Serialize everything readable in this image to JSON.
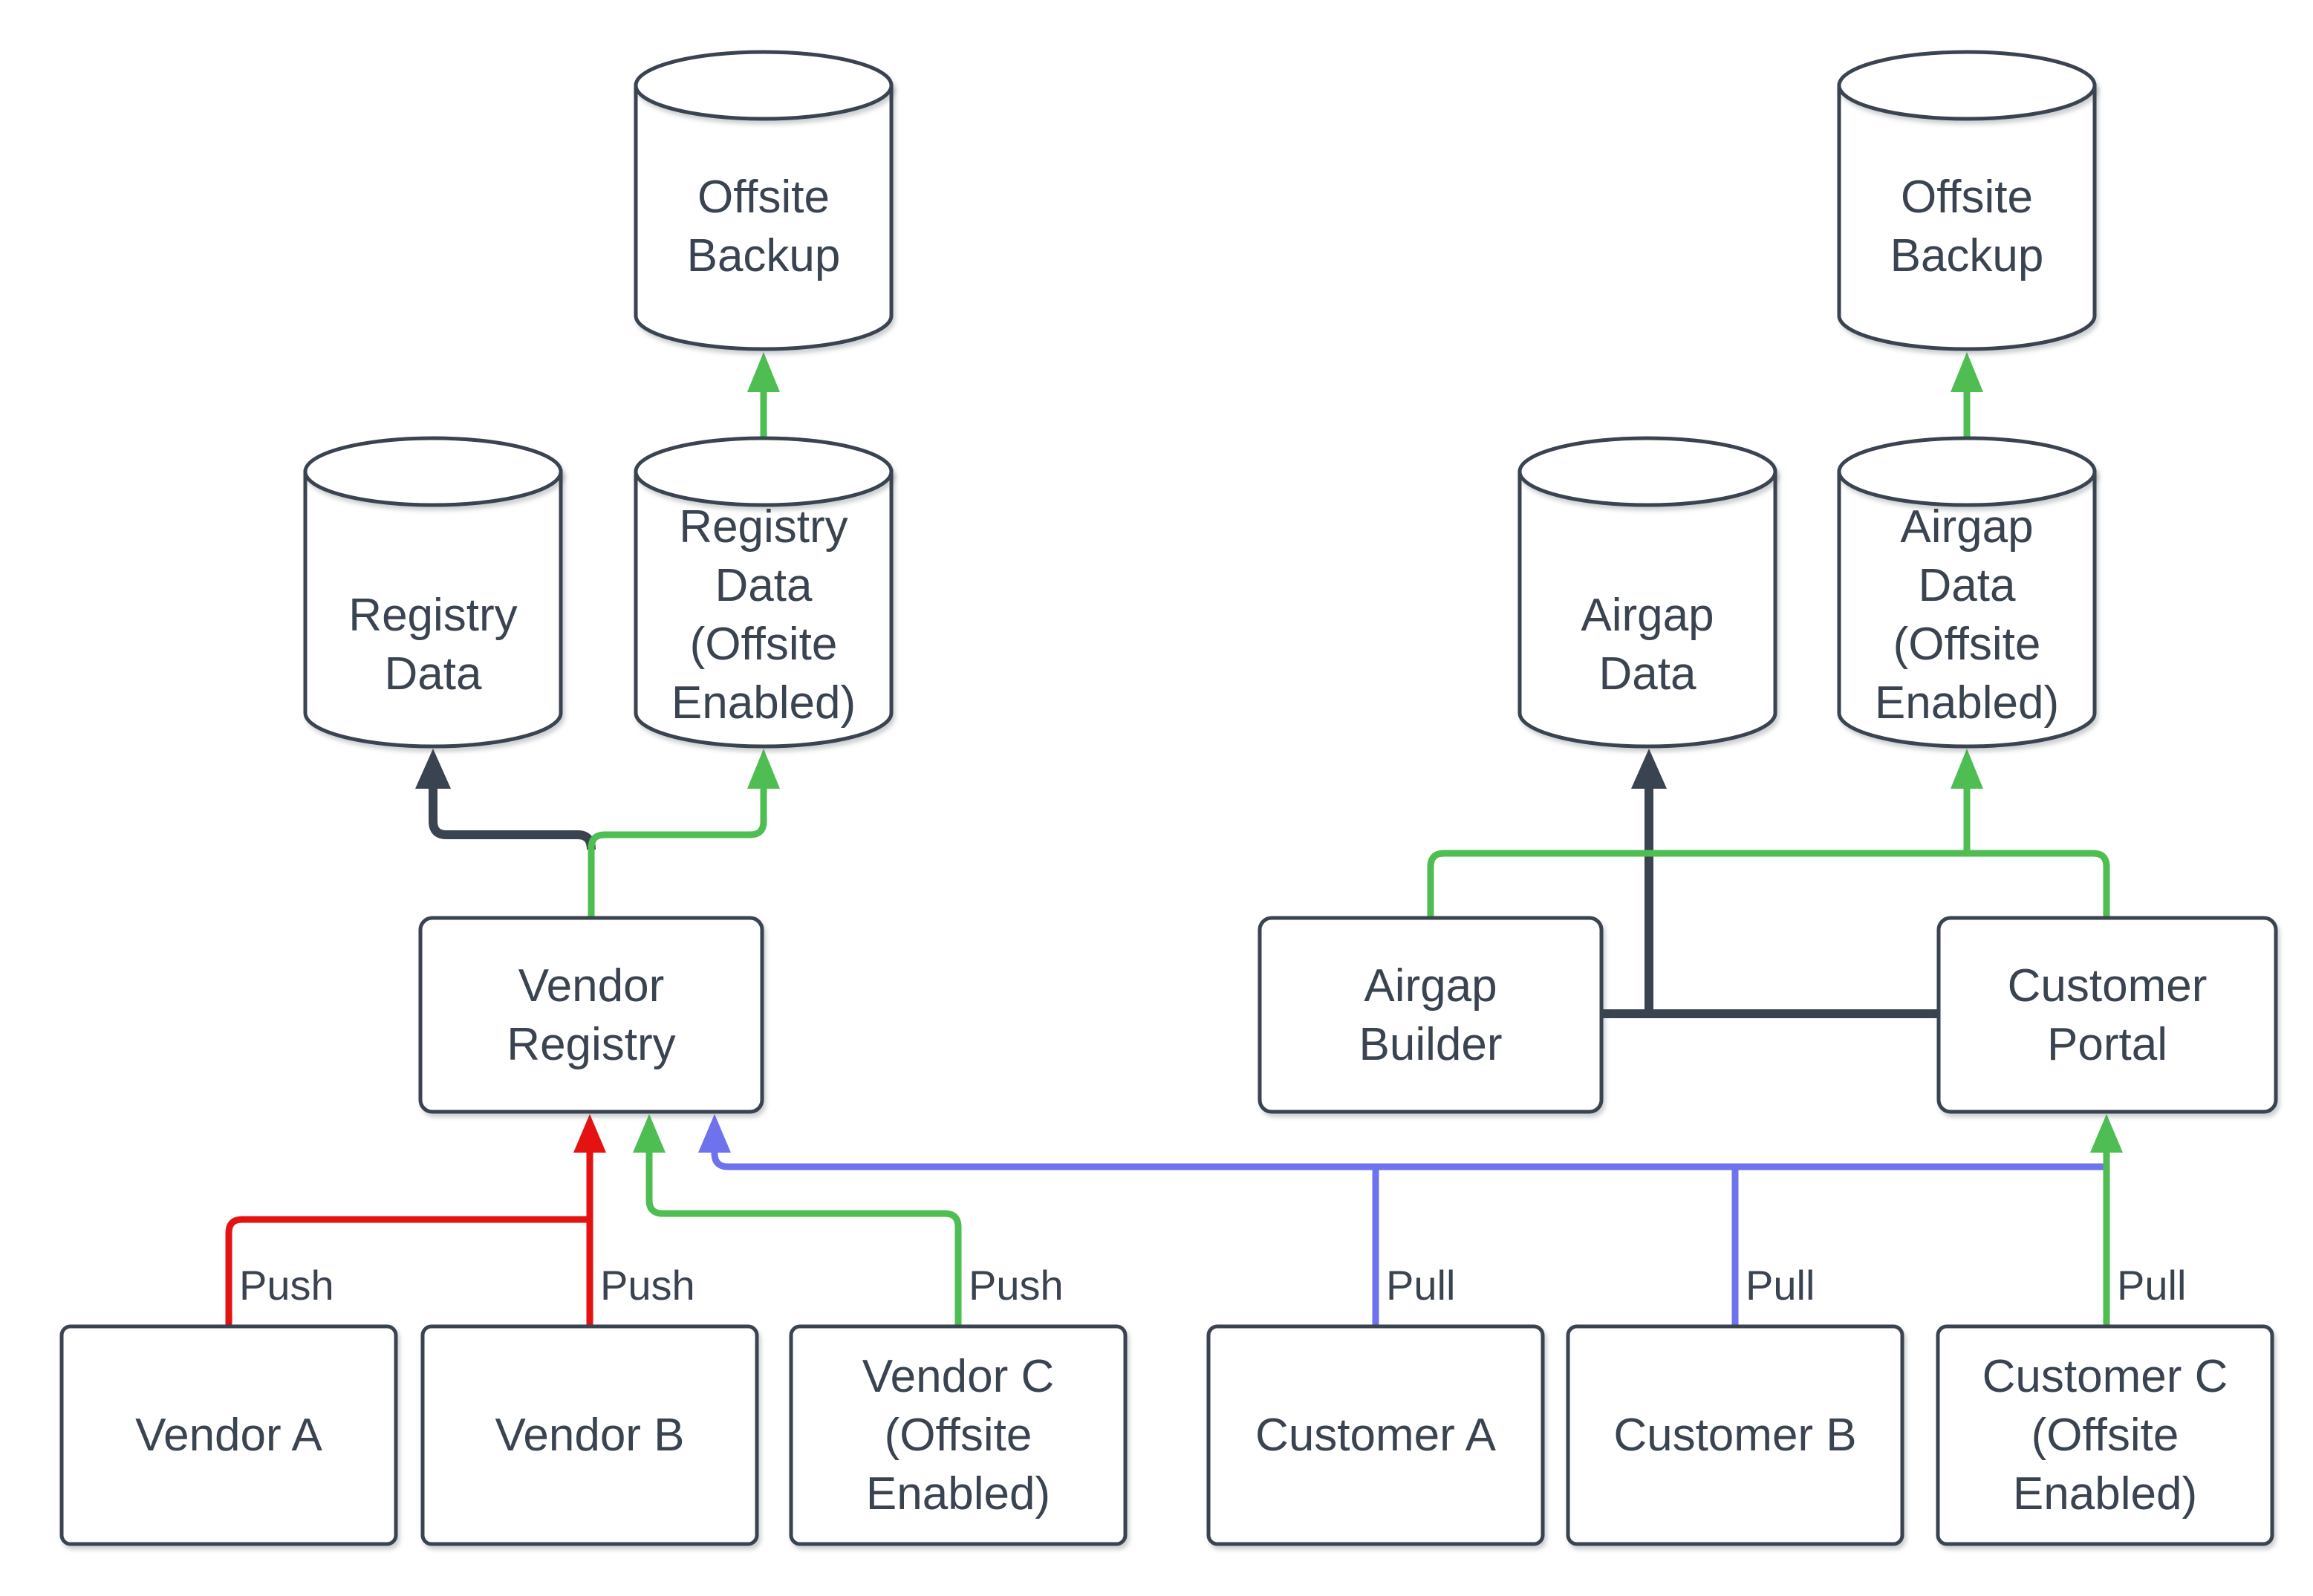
{
  "colors": {
    "dark": "#3a4350",
    "green": "#4ebe52",
    "red": "#e51212",
    "blue": "#6f72ed",
    "shape_fill": "#ffffff",
    "background": "#ffffff"
  },
  "nodes": {
    "offsite_backup_left": {
      "label": "Offsite\nBackup",
      "type": "cylinder"
    },
    "registry_data": {
      "label": "Registry\nData",
      "type": "cylinder"
    },
    "registry_data_offsite": {
      "label": "Registry\nData\n(Offsite\nEnabled)",
      "type": "cylinder"
    },
    "vendor_registry": {
      "label": "Vendor\nRegistry",
      "type": "process"
    },
    "vendor_a": {
      "label": "Vendor A",
      "type": "process"
    },
    "vendor_b": {
      "label": "Vendor B",
      "type": "process"
    },
    "vendor_c": {
      "label": "Vendor C\n(Offsite\nEnabled)",
      "type": "process"
    },
    "offsite_backup_right": {
      "label": "Offsite\nBackup",
      "type": "cylinder"
    },
    "airgap_data": {
      "label": "Airgap\nData",
      "type": "cylinder"
    },
    "airgap_data_offsite": {
      "label": "Airgap\nData\n(Offsite\nEnabled)",
      "type": "cylinder"
    },
    "airgap_builder": {
      "label": "Airgap\nBuilder",
      "type": "process"
    },
    "customer_portal": {
      "label": "Customer\nPortal",
      "type": "process"
    },
    "customer_a": {
      "label": "Customer A",
      "type": "process"
    },
    "customer_b": {
      "label": "Customer B",
      "type": "process"
    },
    "customer_c": {
      "label": "Customer C\n(Offsite\nEnabled)",
      "type": "process"
    }
  },
  "edge_labels": {
    "vendor_a_push": "Push",
    "vendor_b_push": "Push",
    "vendor_c_push": "Push",
    "customer_a_pull": "Pull",
    "customer_b_pull": "Pull",
    "customer_c_pull": "Pull"
  }
}
